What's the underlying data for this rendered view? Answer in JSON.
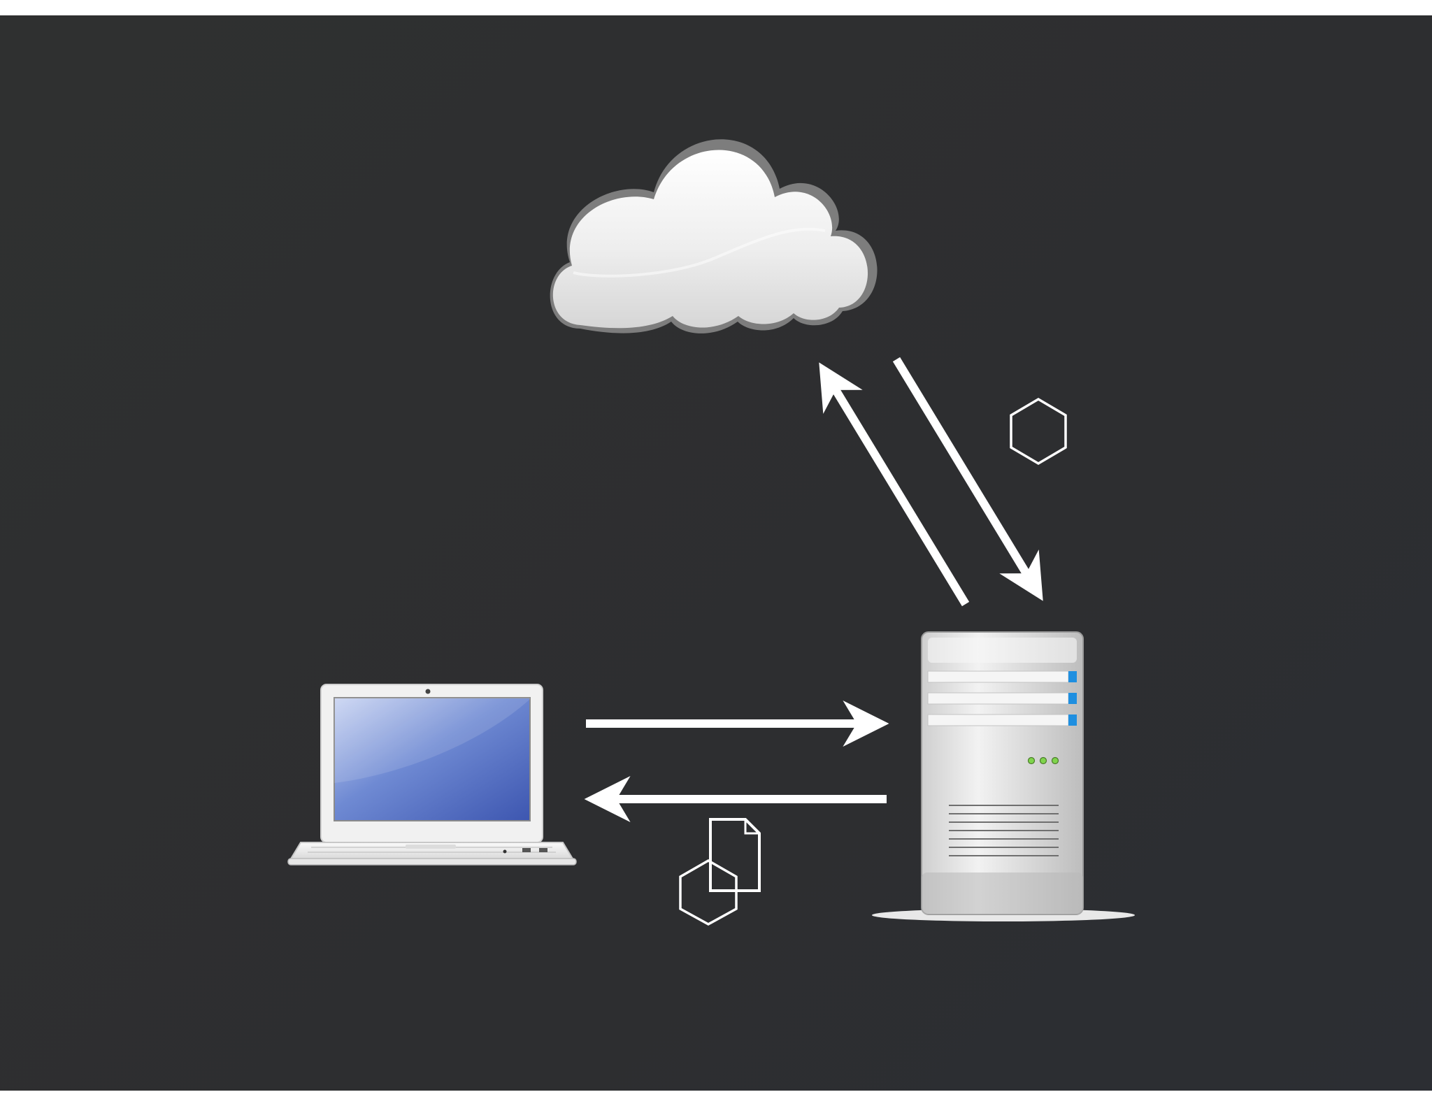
{
  "diagram": {
    "background_color": "#2e2f31",
    "nodes": [
      {
        "id": "cloud",
        "icon": "cloud-icon"
      },
      {
        "id": "server",
        "icon": "server-tower-icon"
      },
      {
        "id": "laptop",
        "icon": "laptop-icon"
      }
    ],
    "edges": [
      {
        "from": "server",
        "to": "cloud",
        "icon": "arrow-icon"
      },
      {
        "from": "cloud",
        "to": "server",
        "icon": "arrow-icon",
        "payload_icon": "hexagon-icon"
      },
      {
        "from": "laptop",
        "to": "server",
        "icon": "arrow-icon"
      },
      {
        "from": "server",
        "to": "laptop",
        "icon": "arrow-icon",
        "payload_icon": "document-hexagon-icon"
      }
    ],
    "colors": {
      "arrow": "#ffffff",
      "screen": "#4a6cc4",
      "server_accent": "#1f8fe0",
      "server_led": "#7fd44c"
    }
  }
}
